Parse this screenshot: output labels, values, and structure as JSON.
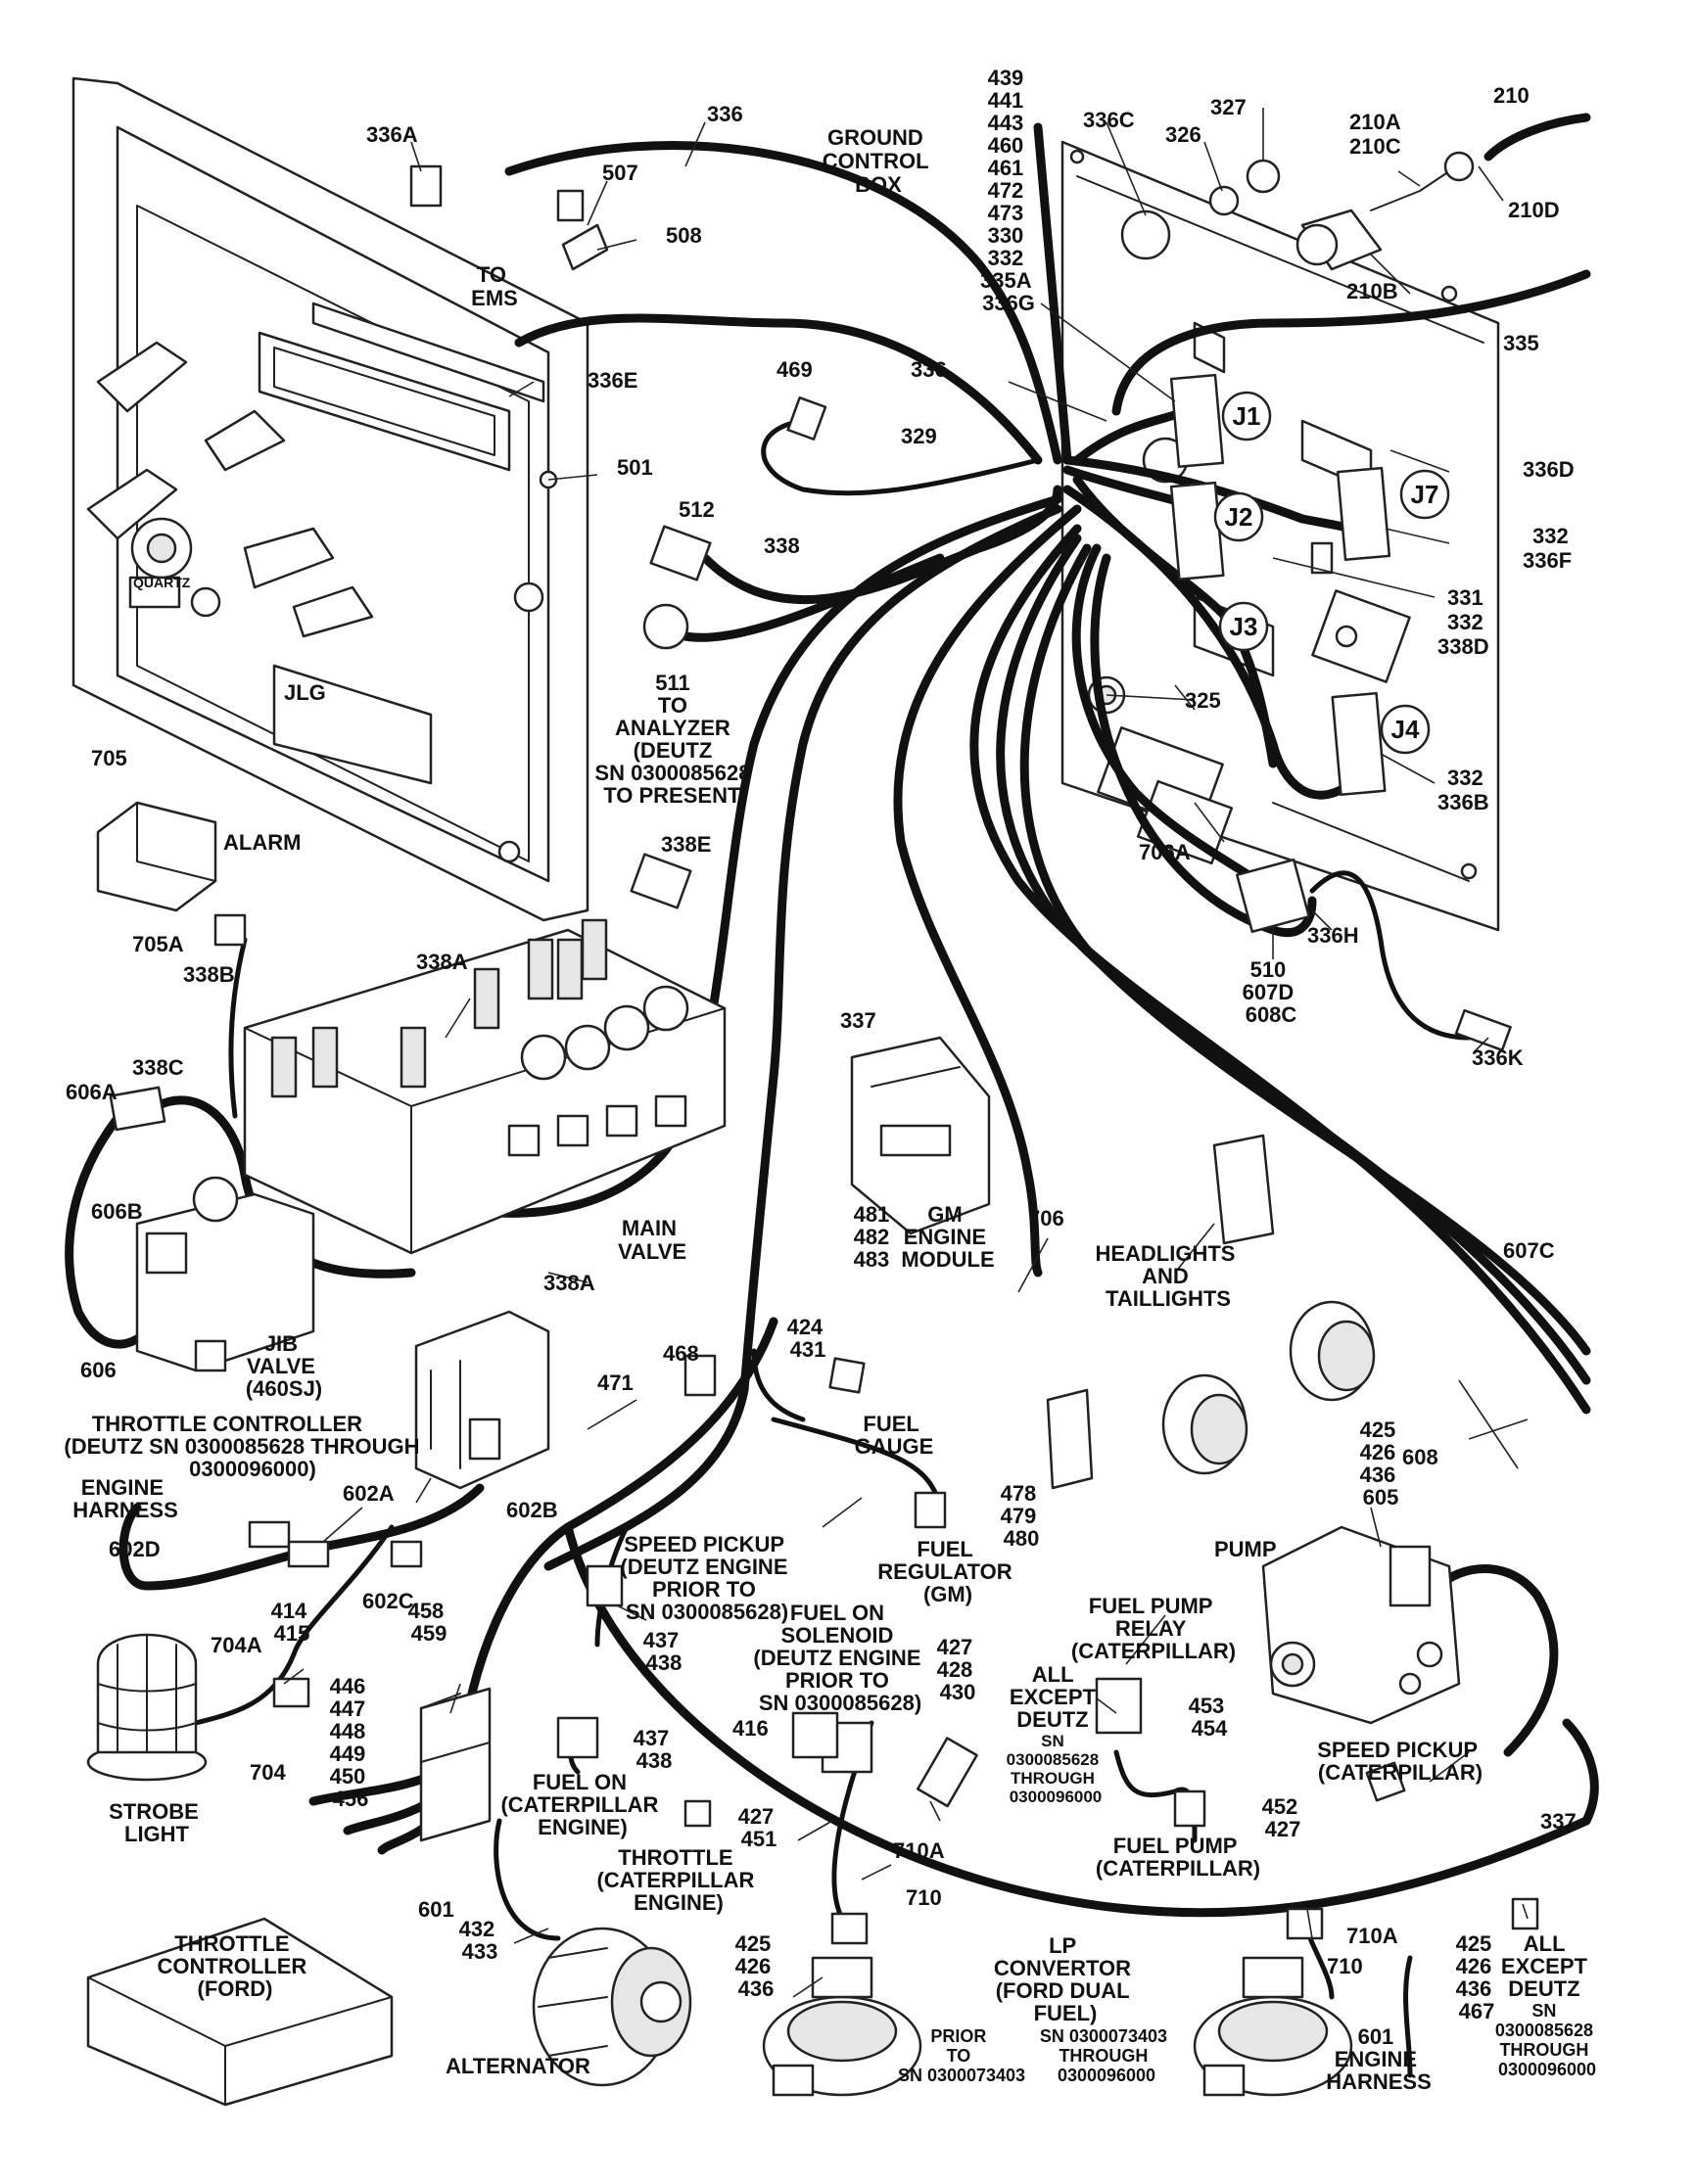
{
  "connectors": {
    "j1": "J1",
    "j2": "J2",
    "j3": "J3",
    "j4": "J4",
    "j7": "J7"
  },
  "labels": {
    "l_336a": "336A",
    "l_336": "336",
    "l_ground_control_box": [
      "GROUND",
      "CONTROL",
      "BOX"
    ],
    "l_507": "507",
    "l_508": "508",
    "l_to_ems": [
      "TO",
      "EMS"
    ],
    "l_336e": "336E",
    "l_501": "501",
    "l_j1_stack": [
      "439",
      "441",
      "443",
      "460",
      "461",
      "472",
      "473",
      "330",
      "332",
      "335A",
      "336G"
    ],
    "l_336c": "336C",
    "l_327": "327",
    "l_326": "326",
    "l_210a_210c": [
      "210A",
      "210C"
    ],
    "l_210": "210",
    "l_210d": "210D",
    "l_210b": "210B",
    "l_335": "335",
    "l_469": "469",
    "l_336_mid": "336",
    "l_329": "329",
    "l_336d": "336D",
    "l_512": "512",
    "l_338": "338",
    "l_332_336f": [
      "332",
      "336F"
    ],
    "l_331_332_338d": [
      "331",
      "332",
      "338D"
    ],
    "l_511_analyzer": [
      "511",
      "TO",
      "ANALYZER",
      "(DEUTZ",
      "SN 0300085628",
      "TO PRESENT)"
    ],
    "l_325": "325",
    "l_332_336b": [
      "332",
      "336B"
    ],
    "l_705": "705",
    "l_alarm": "ALARM",
    "l_706a": "706A",
    "l_338e": "338E",
    "l_510_607d_608c": [
      "510",
      "607D",
      "608C"
    ],
    "l_336h": "336H",
    "l_705a": "705A",
    "l_338b": "338B",
    "l_338a_top": "338A",
    "l_336k": "336K",
    "l_337_top": "337",
    "l_606a": "606A",
    "l_338c": "338C",
    "l_606b": "606B",
    "l_main_valve": [
      "MAIN",
      "VALVE"
    ],
    "l_338a_bottom": "338A",
    "l_gm_engine_module": [
      "481",
      "482",
      "483",
      "GM",
      "ENGINE",
      "MODULE"
    ],
    "l_706": "706",
    "l_headlights": [
      "HEADLIGHTS",
      "AND",
      "TAILLIGHTS"
    ],
    "l_607c": "607C",
    "l_606": "606",
    "l_jib_valve": [
      "JIB",
      "VALVE",
      "(460SJ)"
    ],
    "l_468": "468",
    "l_471": "471",
    "l_424_431": [
      "424",
      "431"
    ],
    "l_throttle_controller_deutz": [
      "THROTTLE CONTROLLER",
      "(DEUTZ SN 0300085628 THROUGH",
      "0300096000)"
    ],
    "l_fuel_gauge": [
      "FUEL",
      "GAUGE"
    ],
    "l_engine_harness_left": [
      "ENGINE",
      "HARNESS"
    ],
    "l_602a": "602A",
    "l_602b": "602B",
    "l_425_426_436_605": [
      "425",
      "426",
      "436",
      "605"
    ],
    "l_608": "608",
    "l_478_479_480": [
      "478",
      "479",
      "480"
    ],
    "l_fuel_regulator": [
      "FUEL",
      "REGULATOR",
      "(GM)"
    ],
    "l_pump": "PUMP",
    "l_602d": "602D",
    "l_602c": "602C",
    "l_speed_pickup_deutz": [
      "SPEED PICKUP",
      "(DEUTZ ENGINE",
      "PRIOR TO",
      "SN 0300085628)"
    ],
    "l_458_459": [
      "458",
      "459"
    ],
    "l_414_415": [
      "414",
      "415"
    ],
    "l_704a": "704A",
    "l_437_438_a": [
      "437",
      "438"
    ],
    "l_fuel_on_solenoid": [
      "FUEL ON",
      "SOLENOID",
      "(DEUTZ ENGINE",
      "PRIOR TO",
      "SN 0300085628)"
    ],
    "l_427_428_430": [
      "427",
      "428",
      "430"
    ],
    "l_fuel_pump_relay": [
      "FUEL PUMP",
      "RELAY",
      "(CATERPILLAR)"
    ],
    "l_all_except_deutz_mid": [
      "ALL",
      "EXCEPT",
      "DEUTZ",
      "SN",
      "0300085628",
      "THROUGH",
      "0300096000"
    ],
    "l_453_454": [
      "453",
      "454"
    ],
    "l_446_456": [
      "446",
      "447",
      "448",
      "449",
      "450",
      "456"
    ],
    "l_704": "704",
    "l_strobe_light": [
      "STROBE",
      "LIGHT"
    ],
    "l_416": "416",
    "l_437_438_b": [
      "437",
      "438"
    ],
    "l_fuel_on_cat": [
      "FUEL ON",
      "(CATERPILLAR",
      "ENGINE)"
    ],
    "l_speed_pickup_cat": [
      "SPEED PICKUP",
      "(CATERPILLAR)"
    ],
    "l_452_427": [
      "452",
      "427"
    ],
    "l_337_right": "337",
    "l_427_451": [
      "427",
      "451"
    ],
    "l_throttle_cat": [
      "THROTTLE",
      "(CATERPILLAR",
      "ENGINE)"
    ],
    "l_fuel_pump_cat": [
      "FUEL PUMP",
      "(CATERPILLAR)"
    ],
    "l_throttle_controller_ford": [
      "THROTTLE",
      "CONTROLLER",
      "(FORD)"
    ],
    "l_601_left": "601",
    "l_432_433": [
      "432",
      "433"
    ],
    "l_710a_left": "710A",
    "l_710_left": "710",
    "l_425_426_436_left": [
      "425",
      "426",
      "436"
    ],
    "l_lp_convertor": [
      "LP",
      "CONVERTOR",
      "(FORD DUAL",
      "FUEL)"
    ],
    "l_710a_right": "710A",
    "l_710_right": "710",
    "l_425_426_436_467": [
      "425",
      "426",
      "436",
      "467"
    ],
    "l_all_except_deutz_right": [
      "ALL",
      "EXCEPT",
      "DEUTZ",
      "SN",
      "0300085628",
      "THROUGH",
      "0300096000"
    ],
    "l_alternator": "ALTERNATOR",
    "l_prior_to_sn": [
      "PRIOR",
      "TO",
      "SN 0300073403"
    ],
    "l_sn_through": [
      "SN 0300073403",
      "THROUGH",
      "0300096000"
    ],
    "l_601_engine_harness": [
      "601",
      "ENGINE",
      "HARNESS"
    ]
  },
  "part_marks": {
    "quartz_badge": "QUARTZ",
    "jlg_logo": "JLG"
  }
}
